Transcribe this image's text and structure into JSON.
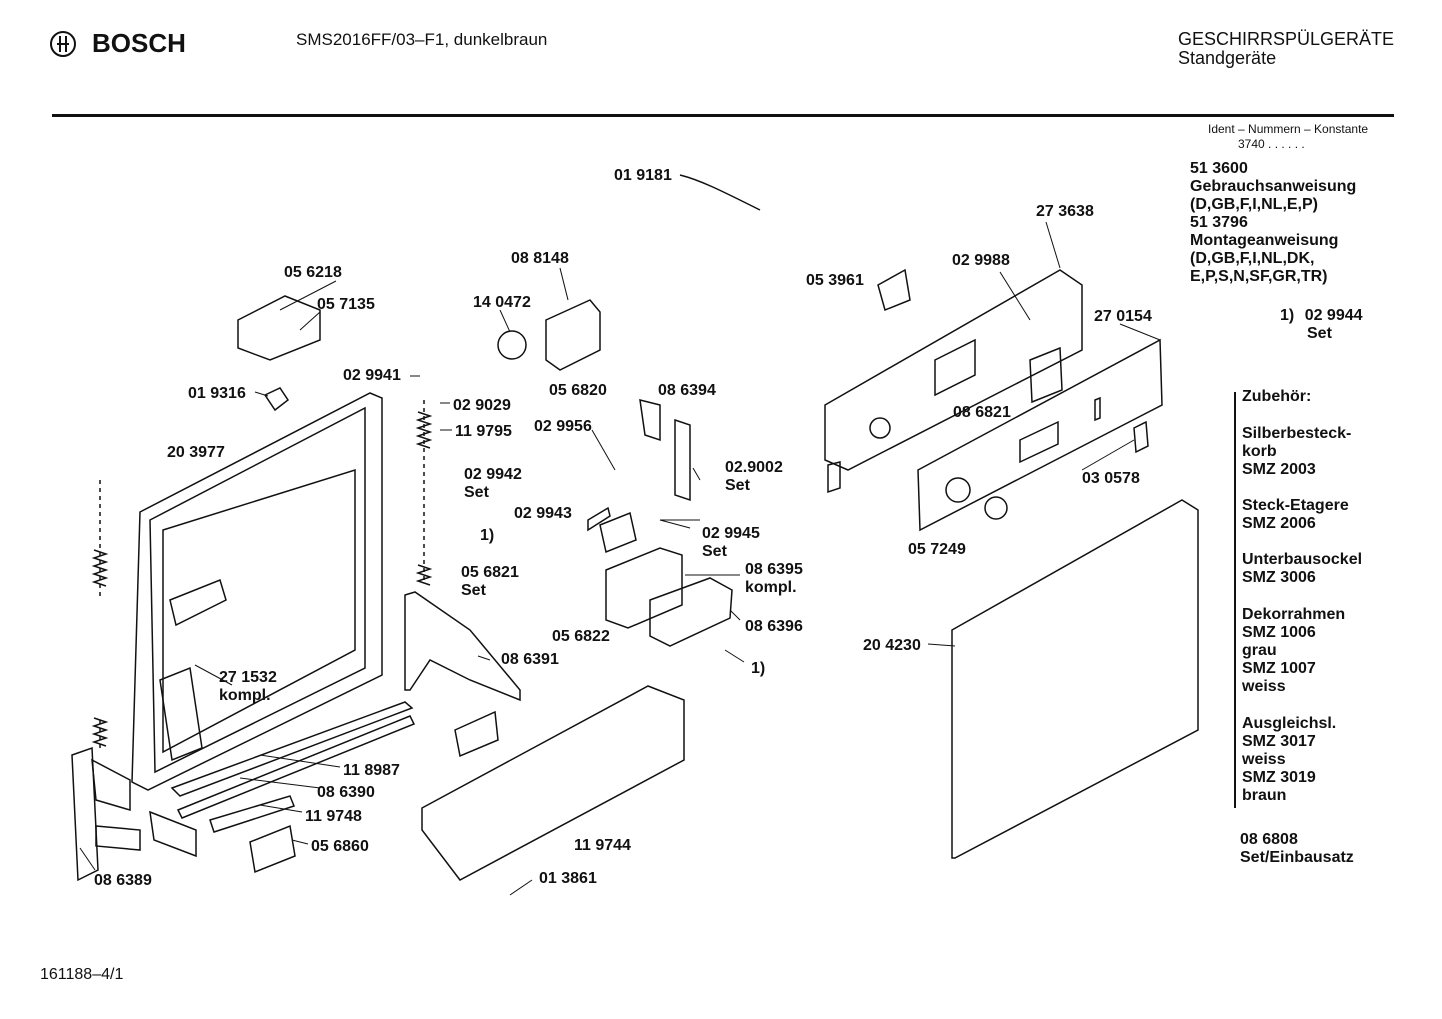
{
  "header": {
    "brand": "BOSCH",
    "model": "SMS2016FF/03–F1, dunkelbraun",
    "category_line1": "GESCHIRRSPÜLGERÄTE",
    "category_line2": "Standgeräte"
  },
  "ident": {
    "label": "Ident – Nummern – Konstante",
    "value": "3740  .  .  .  .  .  ."
  },
  "documents": [
    "51 3600",
    "Gebrauchsanweisung",
    "(D,GB,F,I,NL,E,P)",
    "51 3796",
    "Montageanweisung",
    "(D,GB,F,I,NL,DK,",
    "E,P,S,N,SF,GR,TR)"
  ],
  "note": {
    "marker": "1)",
    "part": "02 9944",
    "suffix": "Set"
  },
  "accessories": {
    "title": "Zubehör:",
    "groups": [
      [
        "Silberbesteck-",
        "korb",
        "SMZ 2003"
      ],
      [
        "Steck-Etagere",
        "SMZ 2006"
      ],
      [
        "Unterbausockel",
        "SMZ 3006"
      ],
      [
        "Dekorrahmen",
        "SMZ 1006",
        "grau",
        "SMZ 1007",
        "weiss"
      ],
      [
        "Ausgleichsl.",
        "SMZ 3017",
        "weiss",
        "SMZ 3019",
        "braun"
      ]
    ],
    "set_part": "08 6808",
    "set_label": "Set/Einbausatz"
  },
  "part_labels": [
    "01 9181",
    "27 3638",
    "05 3961",
    "02 9988",
    "08 8148",
    "14 0472",
    "05 6218",
    "05 7135",
    "02 9941",
    "01 9316",
    "02 9029",
    "11 9795",
    "20 3977",
    "27 0154",
    "08 6821",
    "05 6820",
    "08 6394",
    "02 9956",
    "02 9942",
    "Set",
    "02.9002",
    "Set",
    "03 0578",
    "02 9943",
    "1)",
    "02 9945",
    "Set",
    "05 6821",
    "Set",
    "08 6395",
    "kompl.",
    "05 7249",
    "05 6822",
    "08 6396",
    "1)",
    "20 4230",
    "08 6391",
    "27 1532",
    "kompl.",
    "11 8987",
    "08 6390",
    "11 9748",
    "05 6860",
    "11 9744",
    "01 3861",
    "08 6389"
  ],
  "footer": "161188–4/1",
  "colors": {
    "ink": "#111111",
    "paper": "#ffffff"
  }
}
